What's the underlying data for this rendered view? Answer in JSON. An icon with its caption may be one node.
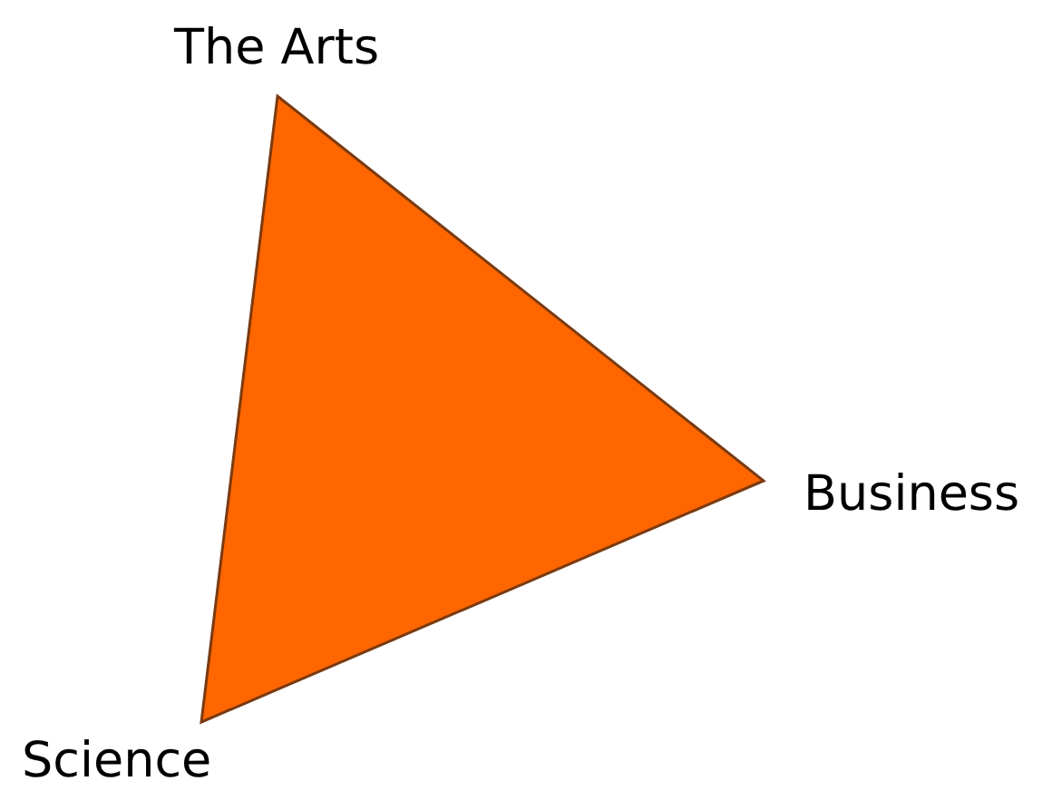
{
  "diagram": {
    "labels": [
      "The Arts",
      "Business",
      "Science"
    ]
  }
}
